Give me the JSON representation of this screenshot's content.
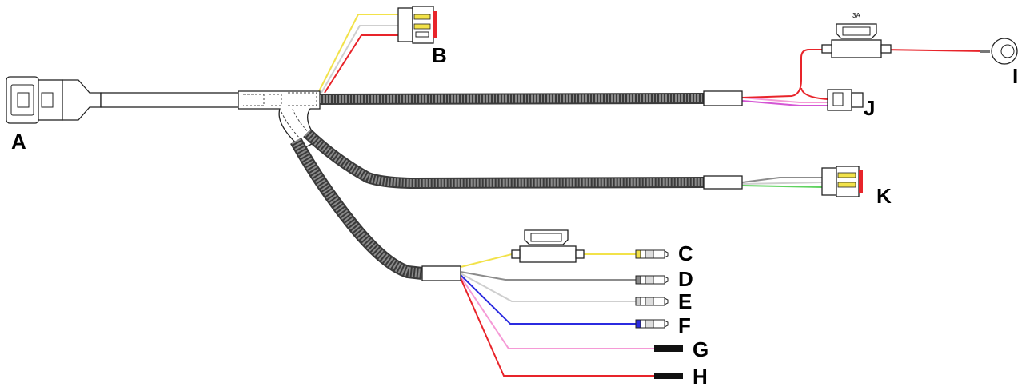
{
  "labels": {
    "A": "A",
    "B": "B",
    "C": "C",
    "D": "D",
    "E": "E",
    "F": "F",
    "G": "G",
    "H": "H",
    "I": "I",
    "J": "J",
    "K": "K"
  },
  "fuse_rating": "3A",
  "wire_colors": {
    "yellow": "#f2e24a",
    "red": "#e8242a",
    "pink": "#f59ad6",
    "magenta": "#d455d4",
    "green": "#5fd35f",
    "gray": "#8c8c8c",
    "light_gray": "#cfcfcf",
    "blue": "#2b2be0",
    "white": "#eeeeee"
  }
}
